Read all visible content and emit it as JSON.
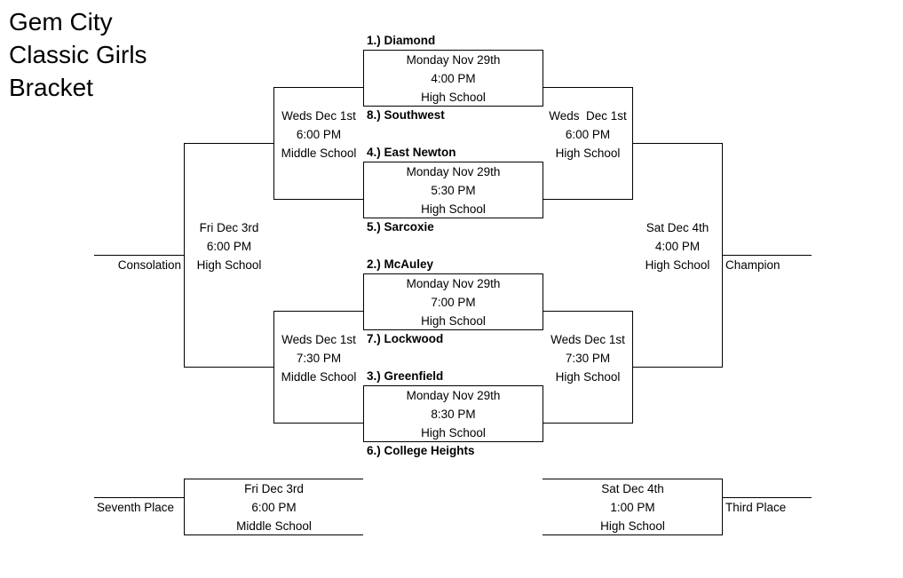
{
  "title": [
    "Gem City",
    "Classic Girls",
    "Bracket"
  ],
  "teams": {
    "t1": "1.) Diamond",
    "t8": "8.) Southwest",
    "t4": "4.) East Newton",
    "t5": "5.) Sarcoxie",
    "t2": "2.) McAuley",
    "t7": "7.) Lockwood",
    "t3": "3.) Greenfield",
    "t6": "6.) College Heights"
  },
  "games": {
    "r1_g1": [
      "Monday Nov 29th",
      "4:00 PM",
      "High School"
    ],
    "r1_g2": [
      "Monday Nov 29th",
      "5:30 PM",
      "High School"
    ],
    "r1_g3": [
      "Monday Nov 29th",
      "7:00 PM",
      "High School"
    ],
    "r1_g4": [
      "Monday Nov 29th",
      "8:30 PM",
      "High School"
    ],
    "cons_top": [
      "Weds Dec 1st",
      "6:00 PM",
      "Middle School"
    ],
    "cons_bottom": [
      "Weds Dec 1st",
      "7:30 PM",
      "Middle School"
    ],
    "semi_top": [
      "Weds  Dec 1st",
      "6:00 PM",
      "High School"
    ],
    "semi_bottom": [
      "Weds Dec 1st",
      "7:30 PM",
      "High School"
    ],
    "consolation_final": [
      "Fri Dec 3rd",
      "6:00 PM",
      "High School"
    ],
    "championship": [
      "Sat Dec 4th",
      "4:00 PM",
      "High School"
    ],
    "seventh_place": [
      "Fri Dec 3rd",
      "6:00 PM",
      "Middle School"
    ],
    "third_place": [
      "Sat Dec 4th",
      "1:00 PM",
      "High School"
    ]
  },
  "labels": {
    "consolation": "Consolation",
    "champion": "Champion",
    "seventh_place": "Seventh Place",
    "third_place": "Third Place"
  }
}
